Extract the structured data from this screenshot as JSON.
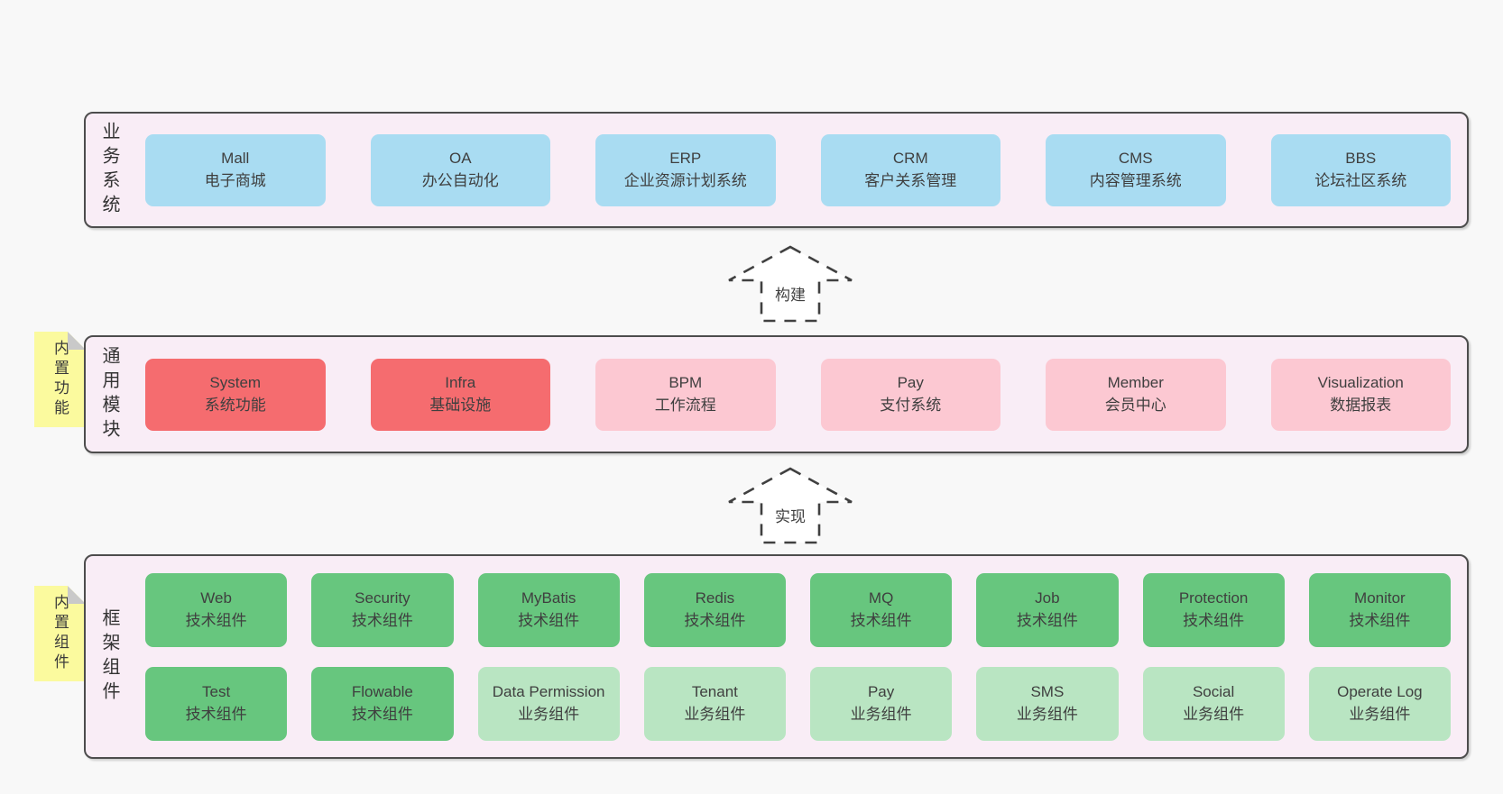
{
  "diagram_title": "",
  "colors": {
    "page_bg": "#F8F8F8",
    "band_fill": "#F9EDF6",
    "band_border": "#4D4D4D",
    "system_blue": "#A9DCF2",
    "module_red": "#F56C6F",
    "module_pink": "#FCC8D2",
    "tech_green": "#67C67E",
    "biz_green": "#B9E5C2",
    "sticky_yellow": "#FBFA9E",
    "fold_gray": "#C9C9C9",
    "text": "#3F3F3F"
  },
  "arrows": [
    {
      "label": "构建"
    },
    {
      "label": "实现"
    }
  ],
  "bands": [
    {
      "id": "business-systems",
      "label": "业务系统",
      "boxes": [
        {
          "title": "Mall",
          "subtitle": "电子商城",
          "type": "blue"
        },
        {
          "title": "OA",
          "subtitle": "办公自动化",
          "type": "blue"
        },
        {
          "title": "ERP",
          "subtitle": "企业资源计划系统",
          "type": "blue"
        },
        {
          "title": "CRM",
          "subtitle": "客户关系管理",
          "type": "blue"
        },
        {
          "title": "CMS",
          "subtitle": "内容管理系统",
          "type": "blue"
        },
        {
          "title": "BBS",
          "subtitle": "论坛社区系统",
          "type": "blue"
        }
      ]
    },
    {
      "id": "common-modules",
      "label": "通用模块",
      "sticky": "内置功能",
      "boxes": [
        {
          "title": "System",
          "subtitle": "系统功能",
          "type": "red"
        },
        {
          "title": "Infra",
          "subtitle": "基础设施",
          "type": "red"
        },
        {
          "title": "BPM",
          "subtitle": "工作流程",
          "type": "pink"
        },
        {
          "title": "Pay",
          "subtitle": "支付系统",
          "type": "pink"
        },
        {
          "title": "Member",
          "subtitle": "会员中心",
          "type": "pink"
        },
        {
          "title": "Visualization",
          "subtitle": "数据报表",
          "type": "pink"
        }
      ]
    },
    {
      "id": "framework-components",
      "label": "框架组件",
      "sticky": "内置组件",
      "boxes": [
        {
          "title": "Web",
          "subtitle": "技术组件",
          "type": "green"
        },
        {
          "title": "Security",
          "subtitle": "技术组件",
          "type": "green"
        },
        {
          "title": "MyBatis",
          "subtitle": "技术组件",
          "type": "green"
        },
        {
          "title": "Redis",
          "subtitle": "技术组件",
          "type": "green"
        },
        {
          "title": "MQ",
          "subtitle": "技术组件",
          "type": "green"
        },
        {
          "title": "Job",
          "subtitle": "技术组件",
          "type": "green"
        },
        {
          "title": "Protection",
          "subtitle": "技术组件",
          "type": "green"
        },
        {
          "title": "Monitor",
          "subtitle": "技术组件",
          "type": "green"
        },
        {
          "title": "Test",
          "subtitle": "技术组件",
          "type": "green"
        },
        {
          "title": "Flowable",
          "subtitle": "技术组件",
          "type": "green"
        },
        {
          "title": "Data Permission",
          "subtitle": "业务组件",
          "type": "light-green"
        },
        {
          "title": "Tenant",
          "subtitle": "业务组件",
          "type": "light-green"
        },
        {
          "title": "Pay",
          "subtitle": "业务组件",
          "type": "light-green"
        },
        {
          "title": "SMS",
          "subtitle": "业务组件",
          "type": "light-green"
        },
        {
          "title": "Social",
          "subtitle": "业务组件",
          "type": "light-green"
        },
        {
          "title": "Operate Log",
          "subtitle": "业务组件",
          "type": "light-green"
        }
      ]
    }
  ]
}
